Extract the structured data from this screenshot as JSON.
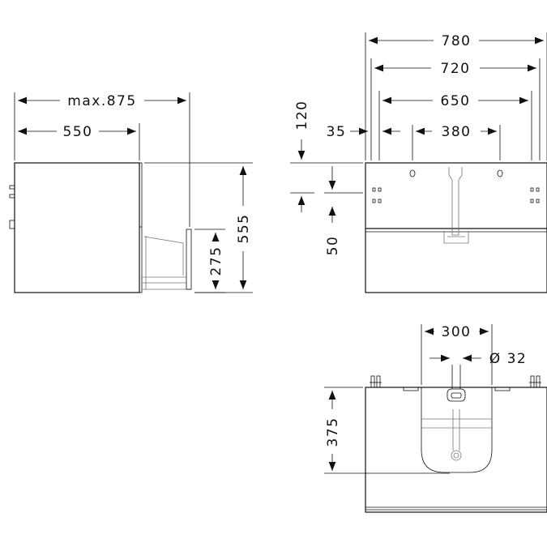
{
  "side_view": {
    "depth_max": "max.875",
    "depth": "550",
    "drawer_height": "275",
    "height": "555"
  },
  "front_view": {
    "width_outer": "780",
    "width_inner": "720",
    "width_holes": "650",
    "edge_offset": "35",
    "hole_spacing": "380",
    "top_offset": "120",
    "drop": "50"
  },
  "top_view": {
    "cutout_width": "300",
    "pipe_diameter": "Ø 32",
    "siphon_depth": "375"
  }
}
